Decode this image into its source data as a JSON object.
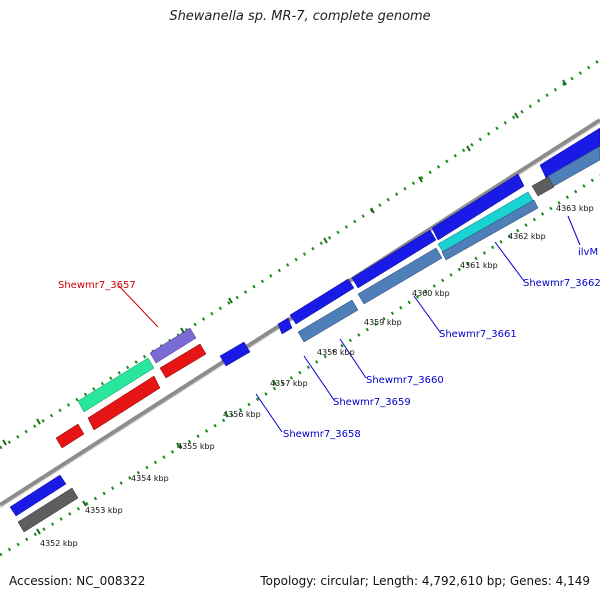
{
  "title": "Shewanella sp. MR-7, complete genome",
  "footer": {
    "accession": "Accession: NC_008322",
    "summary": "Topology: circular; Length: 4,792,610 bp; Genes: 4,149"
  },
  "kbp_labels": [
    "4352 kbp",
    "4353 kbp",
    "4354 kbp",
    "4355 kbp",
    "4356 kbp",
    "4357 kbp",
    "4358 kbp",
    "4359 kbp",
    "4360 kbp",
    "4361 kbp",
    "4362 kbp",
    "4363 kbp"
  ],
  "gene_labels": [
    {
      "text": "Shewmr7_3657",
      "color": "#d00000"
    },
    {
      "text": "Shewmr7_3658",
      "color": "#0000cc"
    },
    {
      "text": "Shewmr7_3659",
      "color": "#0000cc"
    },
    {
      "text": "Shewmr7_3660",
      "color": "#0000cc"
    },
    {
      "text": "Shewmr7_3661",
      "color": "#0000cc"
    },
    {
      "text": "Shewmr7_3662",
      "color": "#0000cc"
    },
    {
      "text": "ilvM",
      "color": "#0000cc"
    }
  ],
  "colors": {
    "blue": "#1a1ae6",
    "steel": "#4f7fb8",
    "cyan": "#19d2d2",
    "gray": "#5e5e5e",
    "red": "#e61414",
    "green": "#28e69b",
    "purple": "#7a6ad6",
    "tick_green": "#1a8a1a",
    "backbone": "#8c8c8c"
  }
}
